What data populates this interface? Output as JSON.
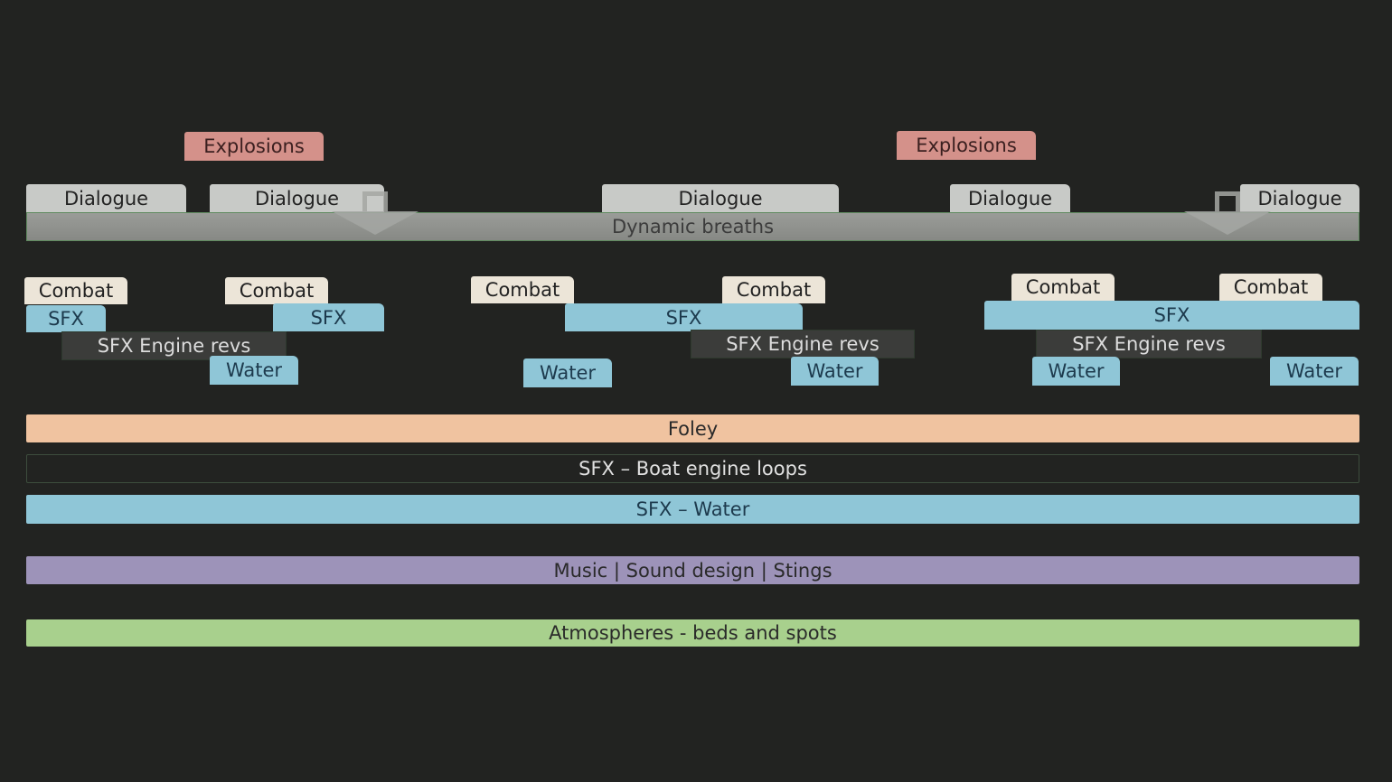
{
  "explosions": [
    "Explosions",
    "Explosions"
  ],
  "dialogue": [
    "Dialogue",
    "Dialogue",
    "Dialogue",
    "Dialogue",
    "Dialogue"
  ],
  "dynamic_breaths": "Dynamic breaths",
  "combat": [
    "Combat",
    "Combat",
    "Combat",
    "Combat",
    "Combat",
    "Combat"
  ],
  "sfx": [
    "SFX",
    "SFX",
    "SFX",
    "SFX"
  ],
  "engine_revs": [
    "SFX Engine revs",
    "SFX Engine revs",
    "SFX Engine revs"
  ],
  "water": [
    "Water",
    "Water",
    "Water",
    "Water",
    "Water"
  ],
  "bars": {
    "foley": "Foley",
    "boat": "SFX – Boat engine loops",
    "water": "SFX – Water",
    "music": "Music | Sound design | Stings",
    "atmos": "Atmospheres - beds and spots"
  }
}
